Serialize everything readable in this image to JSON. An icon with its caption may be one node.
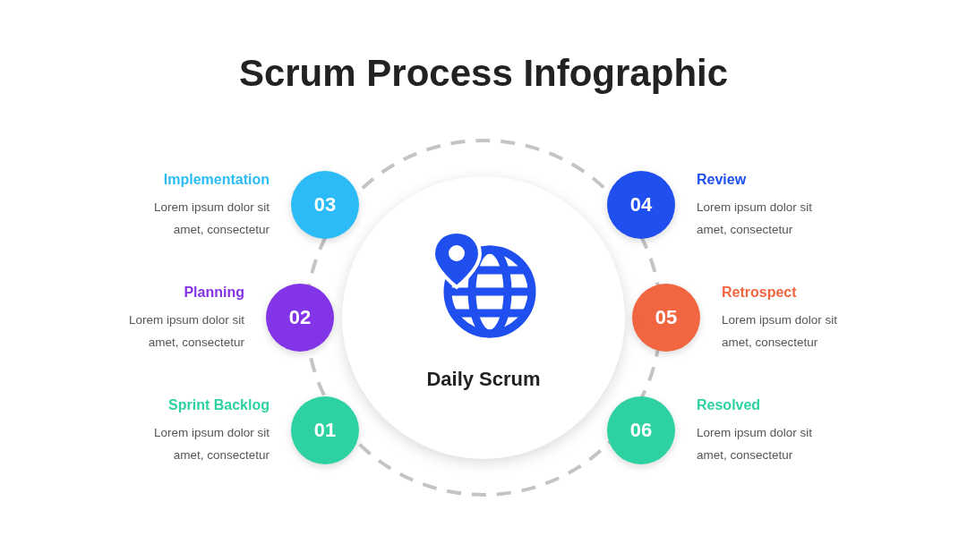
{
  "diagram": {
    "title": "Scrum Process Infographic",
    "nodes": [
      {
        "text": [
          "03"
        ],
        "beside": [
          "Implementation",
          "Lorem ipsum dolor sit amet, consectetur"
        ]
      },
      {
        "text": [
          "04"
        ],
        "beside": [
          "Review",
          "Lorem ipsum dolor sit amet, consectetur"
        ]
      },
      {
        "text": [
          "02"
        ],
        "beside": [
          "Planning",
          "Lorem ipsum dolor sit amet, consectetur"
        ]
      },
      {
        "text": [
          "05"
        ],
        "beside": [
          "Retrospect",
          "Lorem ipsum dolor sit amet, consectetur"
        ]
      },
      {
        "text": [
          "01"
        ],
        "beside": [
          "Sprint Backlog",
          "Lorem ipsum dolor sit amet, consectetur"
        ]
      },
      {
        "text": [
          "06"
        ],
        "beside": [
          "Resolved",
          "Lorem ipsum dolor sit amet, consectetur"
        ]
      },
      {
        "text": [
          "Daily Scrum"
        ]
      }
    ]
  }
}
